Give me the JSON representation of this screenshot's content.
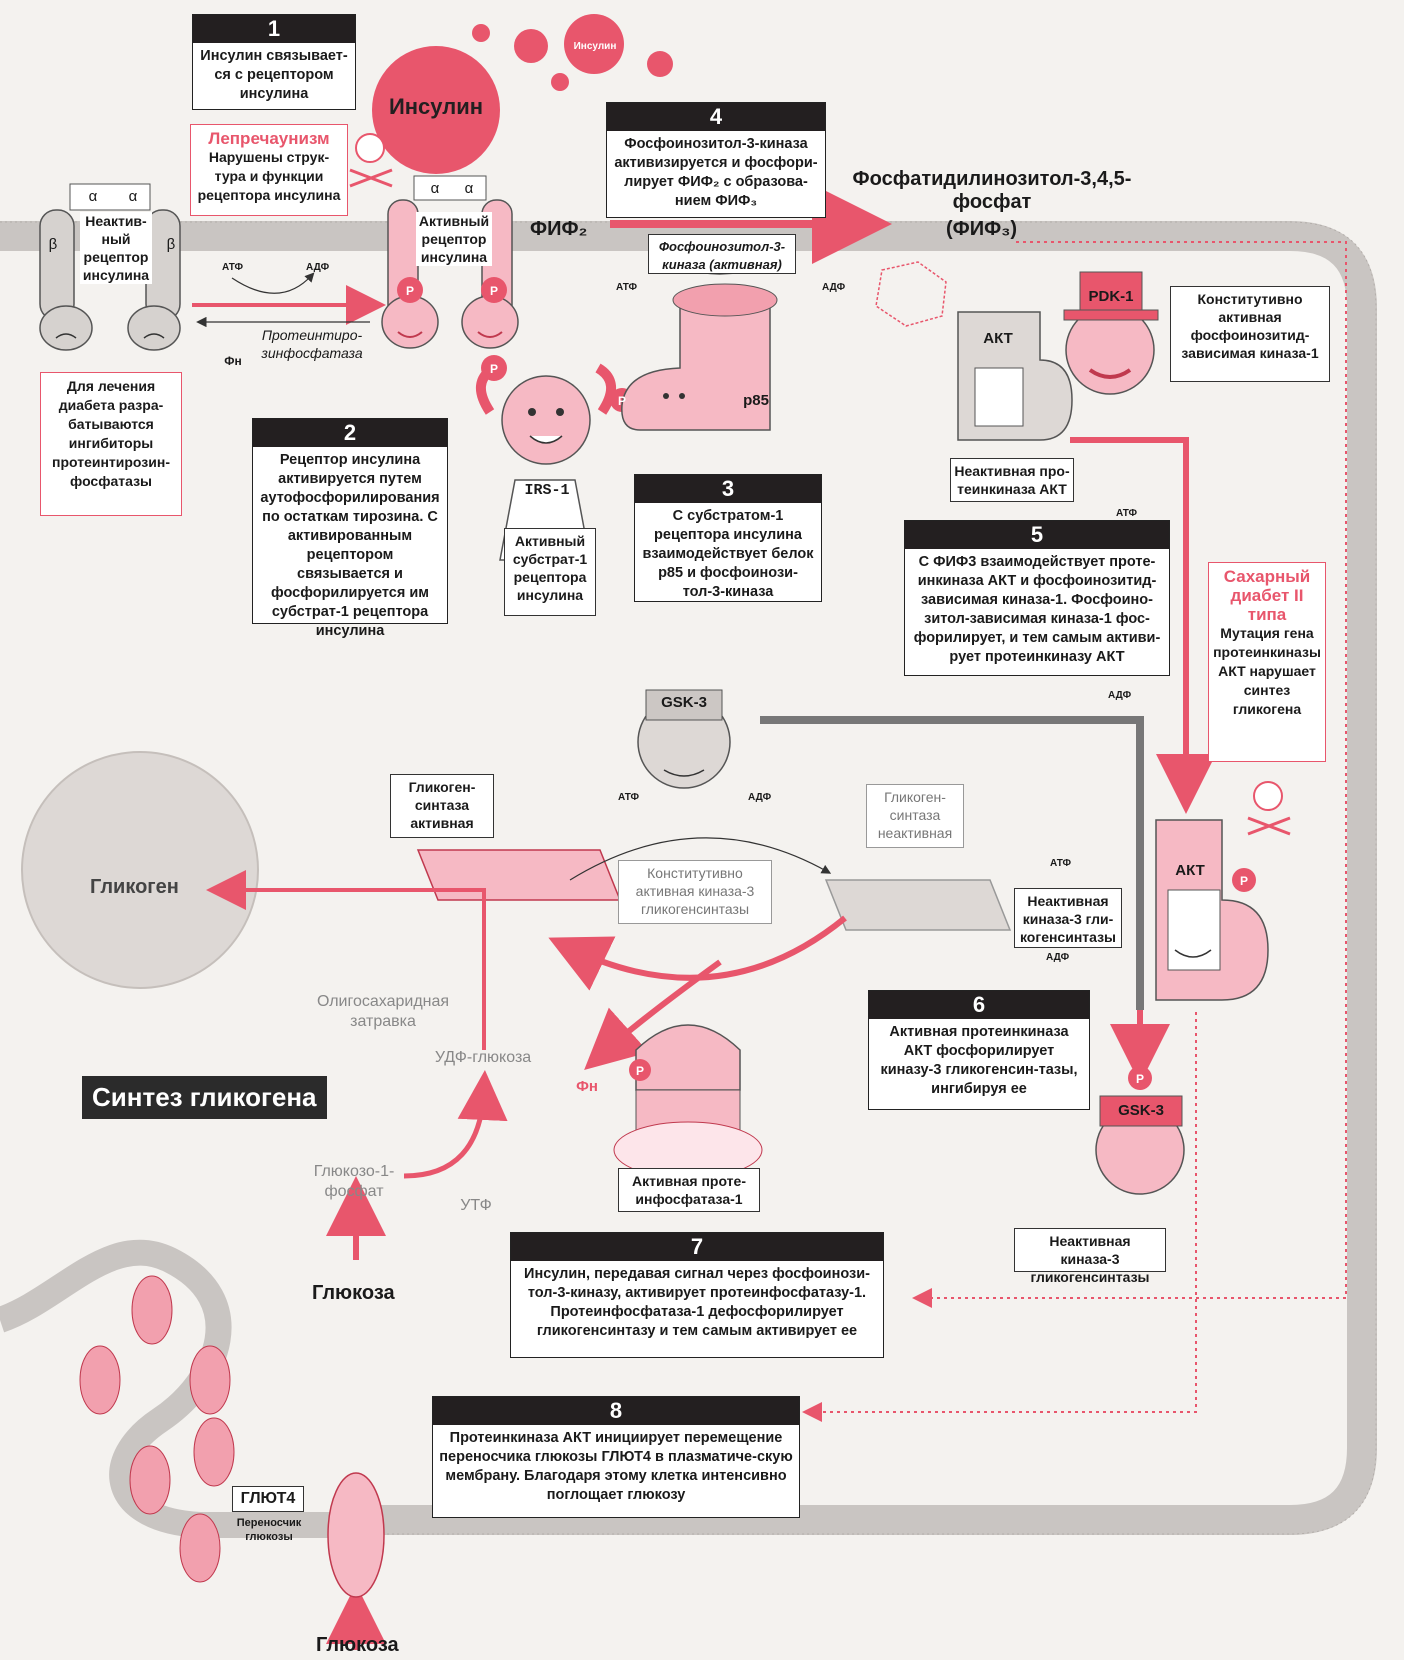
{
  "colors": {
    "accent": "#e8566c",
    "dark": "#231f20",
    "membrane": "#c9c5c2",
    "pink_light": "#f6b9c4"
  },
  "steps": [
    {
      "num": "1",
      "text": "Инсулин связывает-ся с рецептором инсулина"
    },
    {
      "num": "2",
      "text": "Рецептор инсулина активируется путем аутофосфорилирования по остаткам тирозина. С активированным рецептором связывается и фосфорилируется им субстрат-1 рецептора инсулина"
    },
    {
      "num": "3",
      "text": "С субстратом-1 рецептора инсулина взаимодействует белок p85 и фосфоинози-тол-3-киназа"
    },
    {
      "num": "4",
      "text": "Фосфоинозитол-3-киназа активизируется и фосфори-лирует ФИФ₂ с образова-нием ФИФ₃"
    },
    {
      "num": "5",
      "text": "С ФИФ3 взаимодействует проте-инкиназа АКТ и фосфоинозитид-зависимая киназа-1. Фосфоино-зитол-зависимая киназа-1 фос-форилирует, и тем самым активи-рует протеинкиназу АКТ"
    },
    {
      "num": "6",
      "text": "Активная протеинкиназа АКТ фосфорилирует киназу-3 гликогенсин-тазы, ингибируя ее"
    },
    {
      "num": "7",
      "text": "Инсулин, передавая сигнал через фосфоинози-тол-3-киназу, активирует протеинфосфатазу-1. Протеинфосфатаза-1 дефосфорилирует гликогенсинтазу и тем самым активирует ее"
    },
    {
      "num": "8",
      "text": "Протеинкиназа АКТ инициирует перемещение переносчика глюкозы ГЛЮТ4 в плазматиче-скую мембрану. Благодаря этому клетка интенсивно поглощает глюкозу"
    }
  ],
  "notes": {
    "leprechaunism_title": "Лепречаунизм",
    "leprechaunism_text": "Нарушены струк-тура и функции рецептора инсулина",
    "diabetes_title": "Сахарный диабет II типа",
    "diabetes_text": "Мутация гена протеинкиназы АКТ нарушает синтез гликогена",
    "treatment": "Для лечения диабета разра-батываются ингибиторы протеинтирозин-фосфатазы"
  },
  "labels": {
    "insulin": "Инсулин",
    "insulin_small": "Инсулин",
    "inactive_receptor": "Неактив-ный рецептор инсулина",
    "active_receptor": "Активный рецептор инсулина",
    "alpha": "α",
    "beta": "β",
    "fif2": "ФИФ₂",
    "fif3_name": "Фосфатидилинозитол-3,4,5-фосфат",
    "fif3_abbr": "(ФИФ₃)",
    "pi3k_active": "Фосфоинозитол-3-киназа (активная)",
    "atf": "АТФ",
    "adf": "АДФ",
    "p": "P",
    "ptp": "Протеинтиро-зинфосфатаза",
    "fn": "Фн",
    "irs1": "IRS-1",
    "active_substrate": "Активный субстрат-1 рецептора инсулина",
    "p85": "p85",
    "akt": "АКТ",
    "pdk1": "PDK-1",
    "pdk1_desc": "Конститутивно активная фосфоинозитид-зависимая киназа-1",
    "akt_inactive": "Неактивная про-теинкиназа АКТ",
    "gsk3": "GSK-3",
    "gs_active": "Гликоген-синтаза активная",
    "gs_inactive": "Гликоген-синтаза неактивная",
    "gsk3_constitutive": "Конститутивно активная киназа-3 гликогенсинтазы",
    "gsk3_inactive_side": "Неактивная киназа-3 гли-когенсинтазы",
    "gsk3_inactive_bottom": "Неактивная киназа-3 гликогенсинтазы",
    "glycogen": "Гликоген",
    "oligo": "Олигосахаридная затравка",
    "udp_glucose": "УДФ-глюкоза",
    "utp": "УТФ",
    "g1p": "Глюкозо-1-фосфат",
    "glucose": "Глюкоза",
    "glucose_bottom": "Глюкоза",
    "pp1": "Активная проте-инфосфатаза-1",
    "synthesis_title": "Синтез гликогена",
    "glut4": "ГЛЮТ4",
    "glut4_desc": "Переносчик глюкозы"
  }
}
